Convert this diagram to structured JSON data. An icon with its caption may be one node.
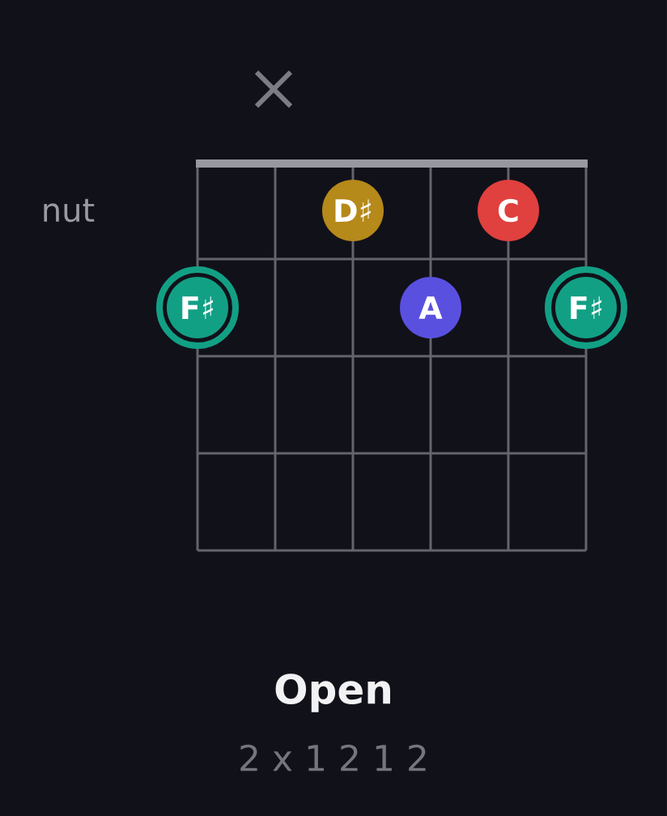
{
  "diagram": {
    "title": "Open",
    "caption": "2 x 1 2 1 2",
    "nodes": [
      {
        "text": [
          "D♯"
        ]
      },
      {
        "text": [
          "C"
        ]
      },
      {
        "text": [
          "F♯"
        ]
      },
      {
        "text": [
          "A"
        ]
      },
      {
        "text": [
          "F♯"
        ]
      }
    ],
    "labels": [
      "nut"
    ]
  }
}
